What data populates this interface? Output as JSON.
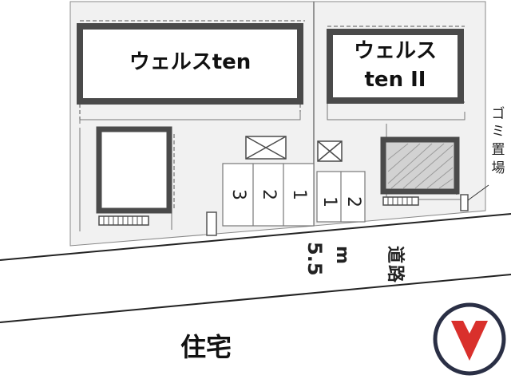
{
  "buildings": {
    "left": {
      "name": "ウェルスten"
    },
    "right": {
      "name_line1": "ウェルス",
      "name_line2": "ten II"
    }
  },
  "garbage": {
    "label_chars": [
      "ゴ",
      "ミ",
      "置",
      "場"
    ]
  },
  "parking": {
    "left_lot": [
      "3",
      "2",
      "1"
    ],
    "right_lot": [
      "1",
      "2"
    ]
  },
  "road": {
    "width": "5.5",
    "unit": "m",
    "label": "道路"
  },
  "neighbor": {
    "label": "住宅"
  },
  "north_marker": {
    "color": "#d9302c",
    "ring_color": "#2a2f45"
  }
}
